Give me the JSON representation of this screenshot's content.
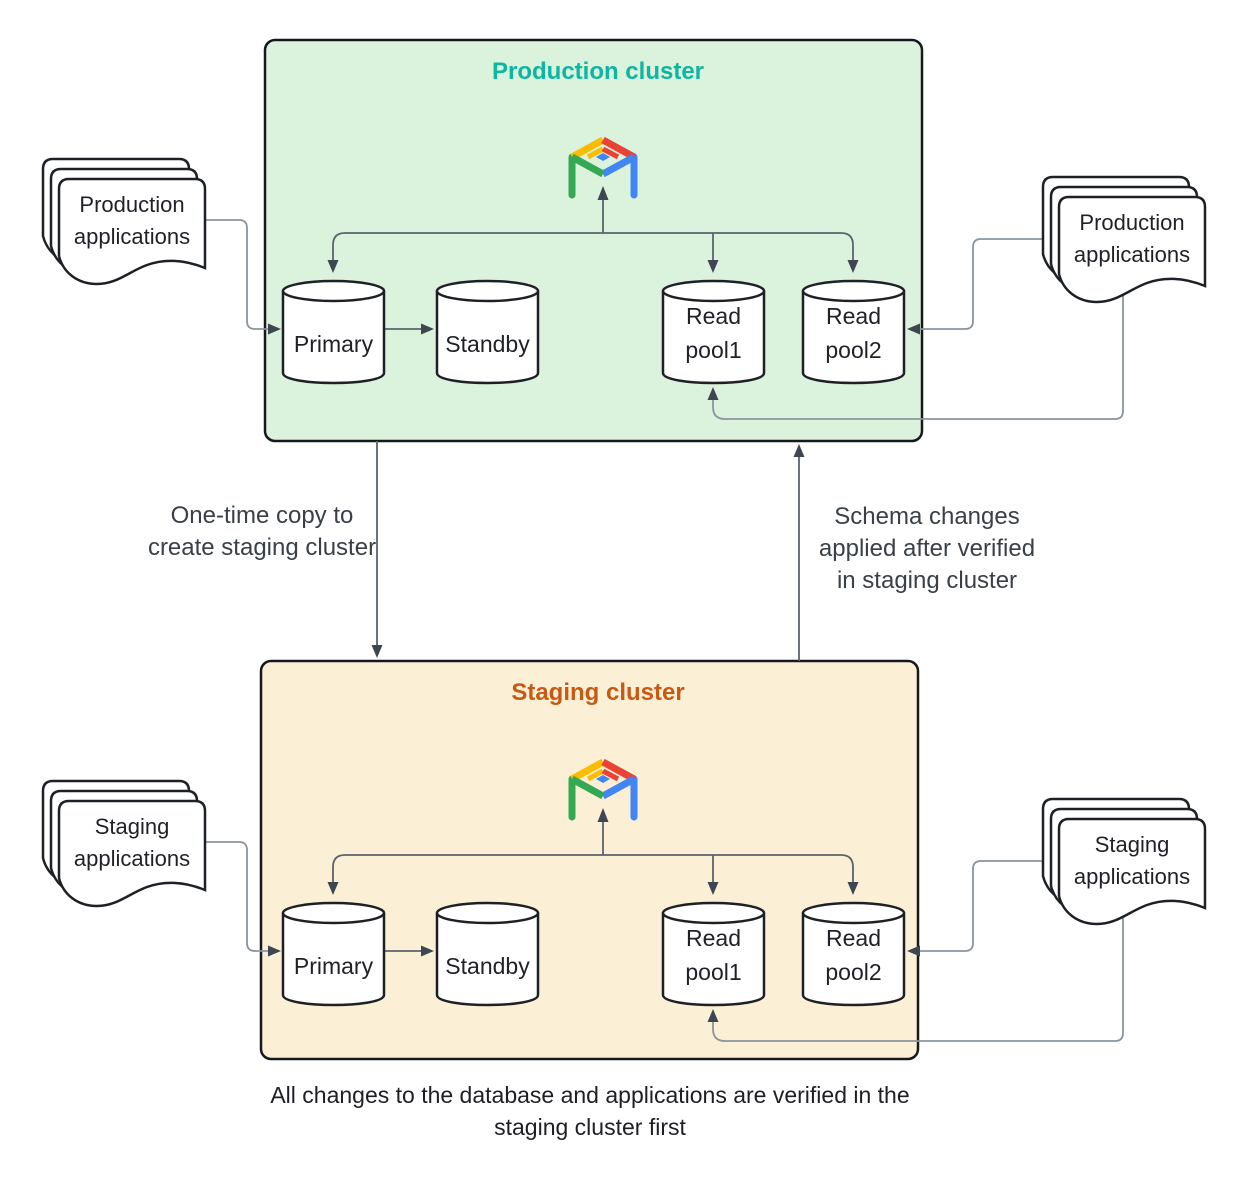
{
  "colors": {
    "production_bg": "#dbf2dc",
    "production_title": "#0eb5a1",
    "staging_bg": "#fbf0d5",
    "staging_title": "#c65a15",
    "box_outline": "#15181c",
    "connector": "#8b949d",
    "tree_connector": "#5a636e",
    "arrowhead": "#3e4652",
    "alloydb_blue": "#4285F4",
    "alloydb_red": "#EA4335",
    "alloydb_yellow": "#FBBC04",
    "alloydb_green": "#34A853"
  },
  "production": {
    "title": "Production cluster",
    "primary": "Primary",
    "standby": "Standby",
    "read_pool1_line1": "Read",
    "read_pool1_line2": "pool1",
    "read_pool2_line1": "Read",
    "read_pool2_line2": "pool2",
    "apps_left_line1": "Production",
    "apps_left_line2": "applications",
    "apps_right_line1": "Production",
    "apps_right_line2": "applications"
  },
  "staging": {
    "title": "Staging cluster",
    "primary": "Primary",
    "standby": "Standby",
    "read_pool1_line1": "Read",
    "read_pool1_line2": "pool1",
    "read_pool2_line1": "Read",
    "read_pool2_line2": "pool2",
    "apps_left_line1": "Staging",
    "apps_left_line2": "applications",
    "apps_right_line1": "Staging",
    "apps_right_line2": "applications"
  },
  "annotations": {
    "one_time_copy_line1": "One-time copy to",
    "one_time_copy_line2": "create staging cluster",
    "schema_line1": "Schema changes",
    "schema_line2": "applied after verified",
    "schema_line3": "in staging cluster",
    "caption_line1": "All changes to the database and applications are verified in the",
    "caption_line2": "staging cluster first"
  }
}
